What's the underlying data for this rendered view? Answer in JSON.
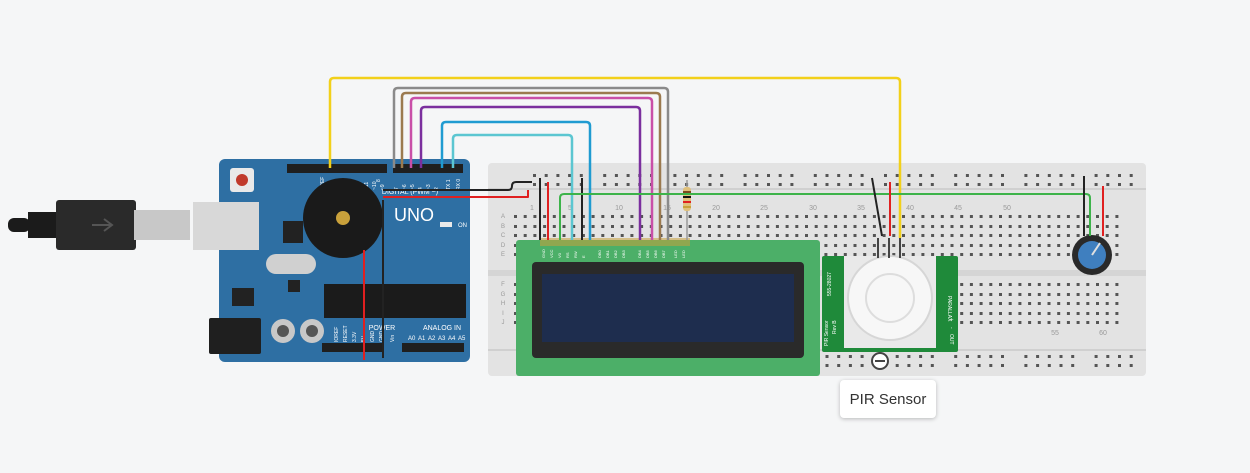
{
  "arduino": {
    "board_label": "UNO",
    "on_label": "ON",
    "digital_label": "DIGITAL (PWM ~)",
    "power_label": "POWER",
    "analog_label": "ANALOG IN",
    "aref_label": "AREF",
    "digital_pins": [
      "13",
      "12",
      "~11",
      "~10",
      "~9",
      "8",
      "7",
      "~6",
      "~5",
      "4",
      "~3",
      "2",
      "TX 1",
      "RX 0"
    ],
    "power_pins": [
      "IOREF",
      "RESET",
      "3.3V",
      "5V",
      "GND",
      "GND",
      "Vin"
    ],
    "analog_pins": [
      "A0",
      "A1",
      "A2",
      "A3",
      "A4",
      "A5"
    ]
  },
  "breadboard": {
    "column_numbers": [
      "1",
      "5",
      "10",
      "15",
      "20",
      "25",
      "30",
      "35",
      "40",
      "45",
      "50",
      "55",
      "60"
    ],
    "row_letters_top": [
      "A",
      "B",
      "C",
      "D",
      "E"
    ],
    "row_letters_bottom": [
      "F",
      "G",
      "H",
      "I",
      "J"
    ]
  },
  "lcd": {
    "pin_labels": [
      "GND",
      "VCC",
      "V0",
      "RS",
      "RW",
      "E",
      "DB0",
      "DB1",
      "DB2",
      "DB3",
      "DB4",
      "DB5",
      "DB6",
      "DB7",
      "LED",
      "LED"
    ]
  },
  "pir": {
    "part_number": "555-28027",
    "sensor_text": "PIR Sensor",
    "rev_text": "Rev B",
    "brand": "PARALLAX",
    "pin_labels": [
      "+",
      "-",
      "OUT"
    ]
  },
  "tooltip": {
    "label": "PIR Sensor"
  },
  "colors": {
    "background": "#f5f6f7",
    "arduino_blue": "#2e6fa3",
    "breadboard": "#e3e3e3",
    "lcd_green": "#4caf68",
    "lcd_screen": "#1e2d4e",
    "pir_green": "#1f8a3a",
    "wire_yellow": "#f2d01a",
    "wire_gray": "#8a8a8a",
    "wire_brown": "#9b7a4f",
    "wire_pink": "#c94fa8",
    "wire_purple": "#7b2f9e",
    "wire_blue": "#1f9bd1",
    "wire_lightblue": "#5bc6d1",
    "wire_red": "#e02020",
    "wire_black": "#222222",
    "wire_green": "#3db34a"
  }
}
